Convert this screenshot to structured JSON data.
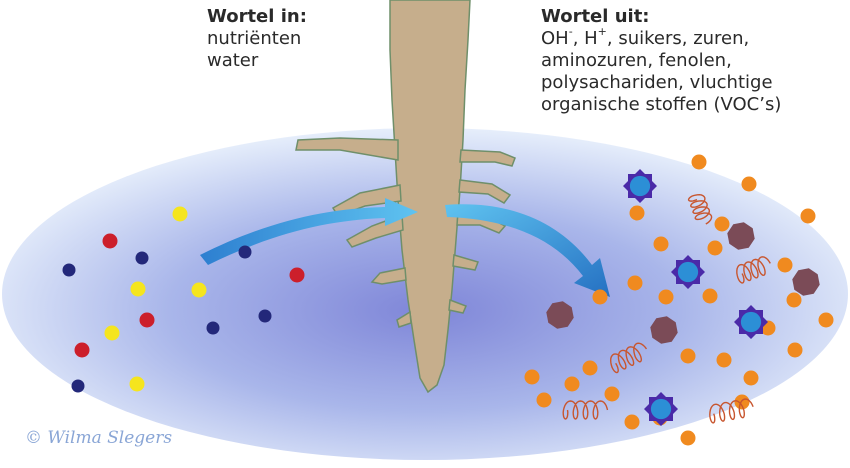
{
  "labels": {
    "in_title": "Wortel in:",
    "in_lines": [
      "nutriënten",
      "water"
    ],
    "out_title": "Wortel uit:",
    "out_line1_oh": "OH",
    "out_line1_minus": "-",
    "out_line1_sep": ", H",
    "out_line1_plus": "+",
    "out_line1_rest": ", suikers, zuren,",
    "out_lines": [
      "aminozuren, fenolen,",
      "polysachariden, vluchtige",
      "organische stoffen (VOC’s)"
    ]
  },
  "credit": "© Wilma Slegers",
  "colors": {
    "ellipse_inner": "#7f86d8",
    "ellipse_outer": "#e6eefb",
    "root": "#c6ae8c",
    "arrow": "#3d9ee0",
    "nutrient_blue": "#23287a",
    "nutrient_red": "#cc1f2b",
    "nutrient_yellow": "#f5e51e",
    "exudate_orange": "#f08a1f",
    "exudate_purple": "#7b4b57",
    "exudate_blue": "#2c8fd6",
    "exudate_violet": "#4a2aa8",
    "spiral": "#c8562f"
  },
  "icons": [
    "nutrient-dot",
    "exudate-dot",
    "polygon-molecule",
    "star-molecule",
    "spiral-molecule",
    "root",
    "flow-arrow"
  ]
}
